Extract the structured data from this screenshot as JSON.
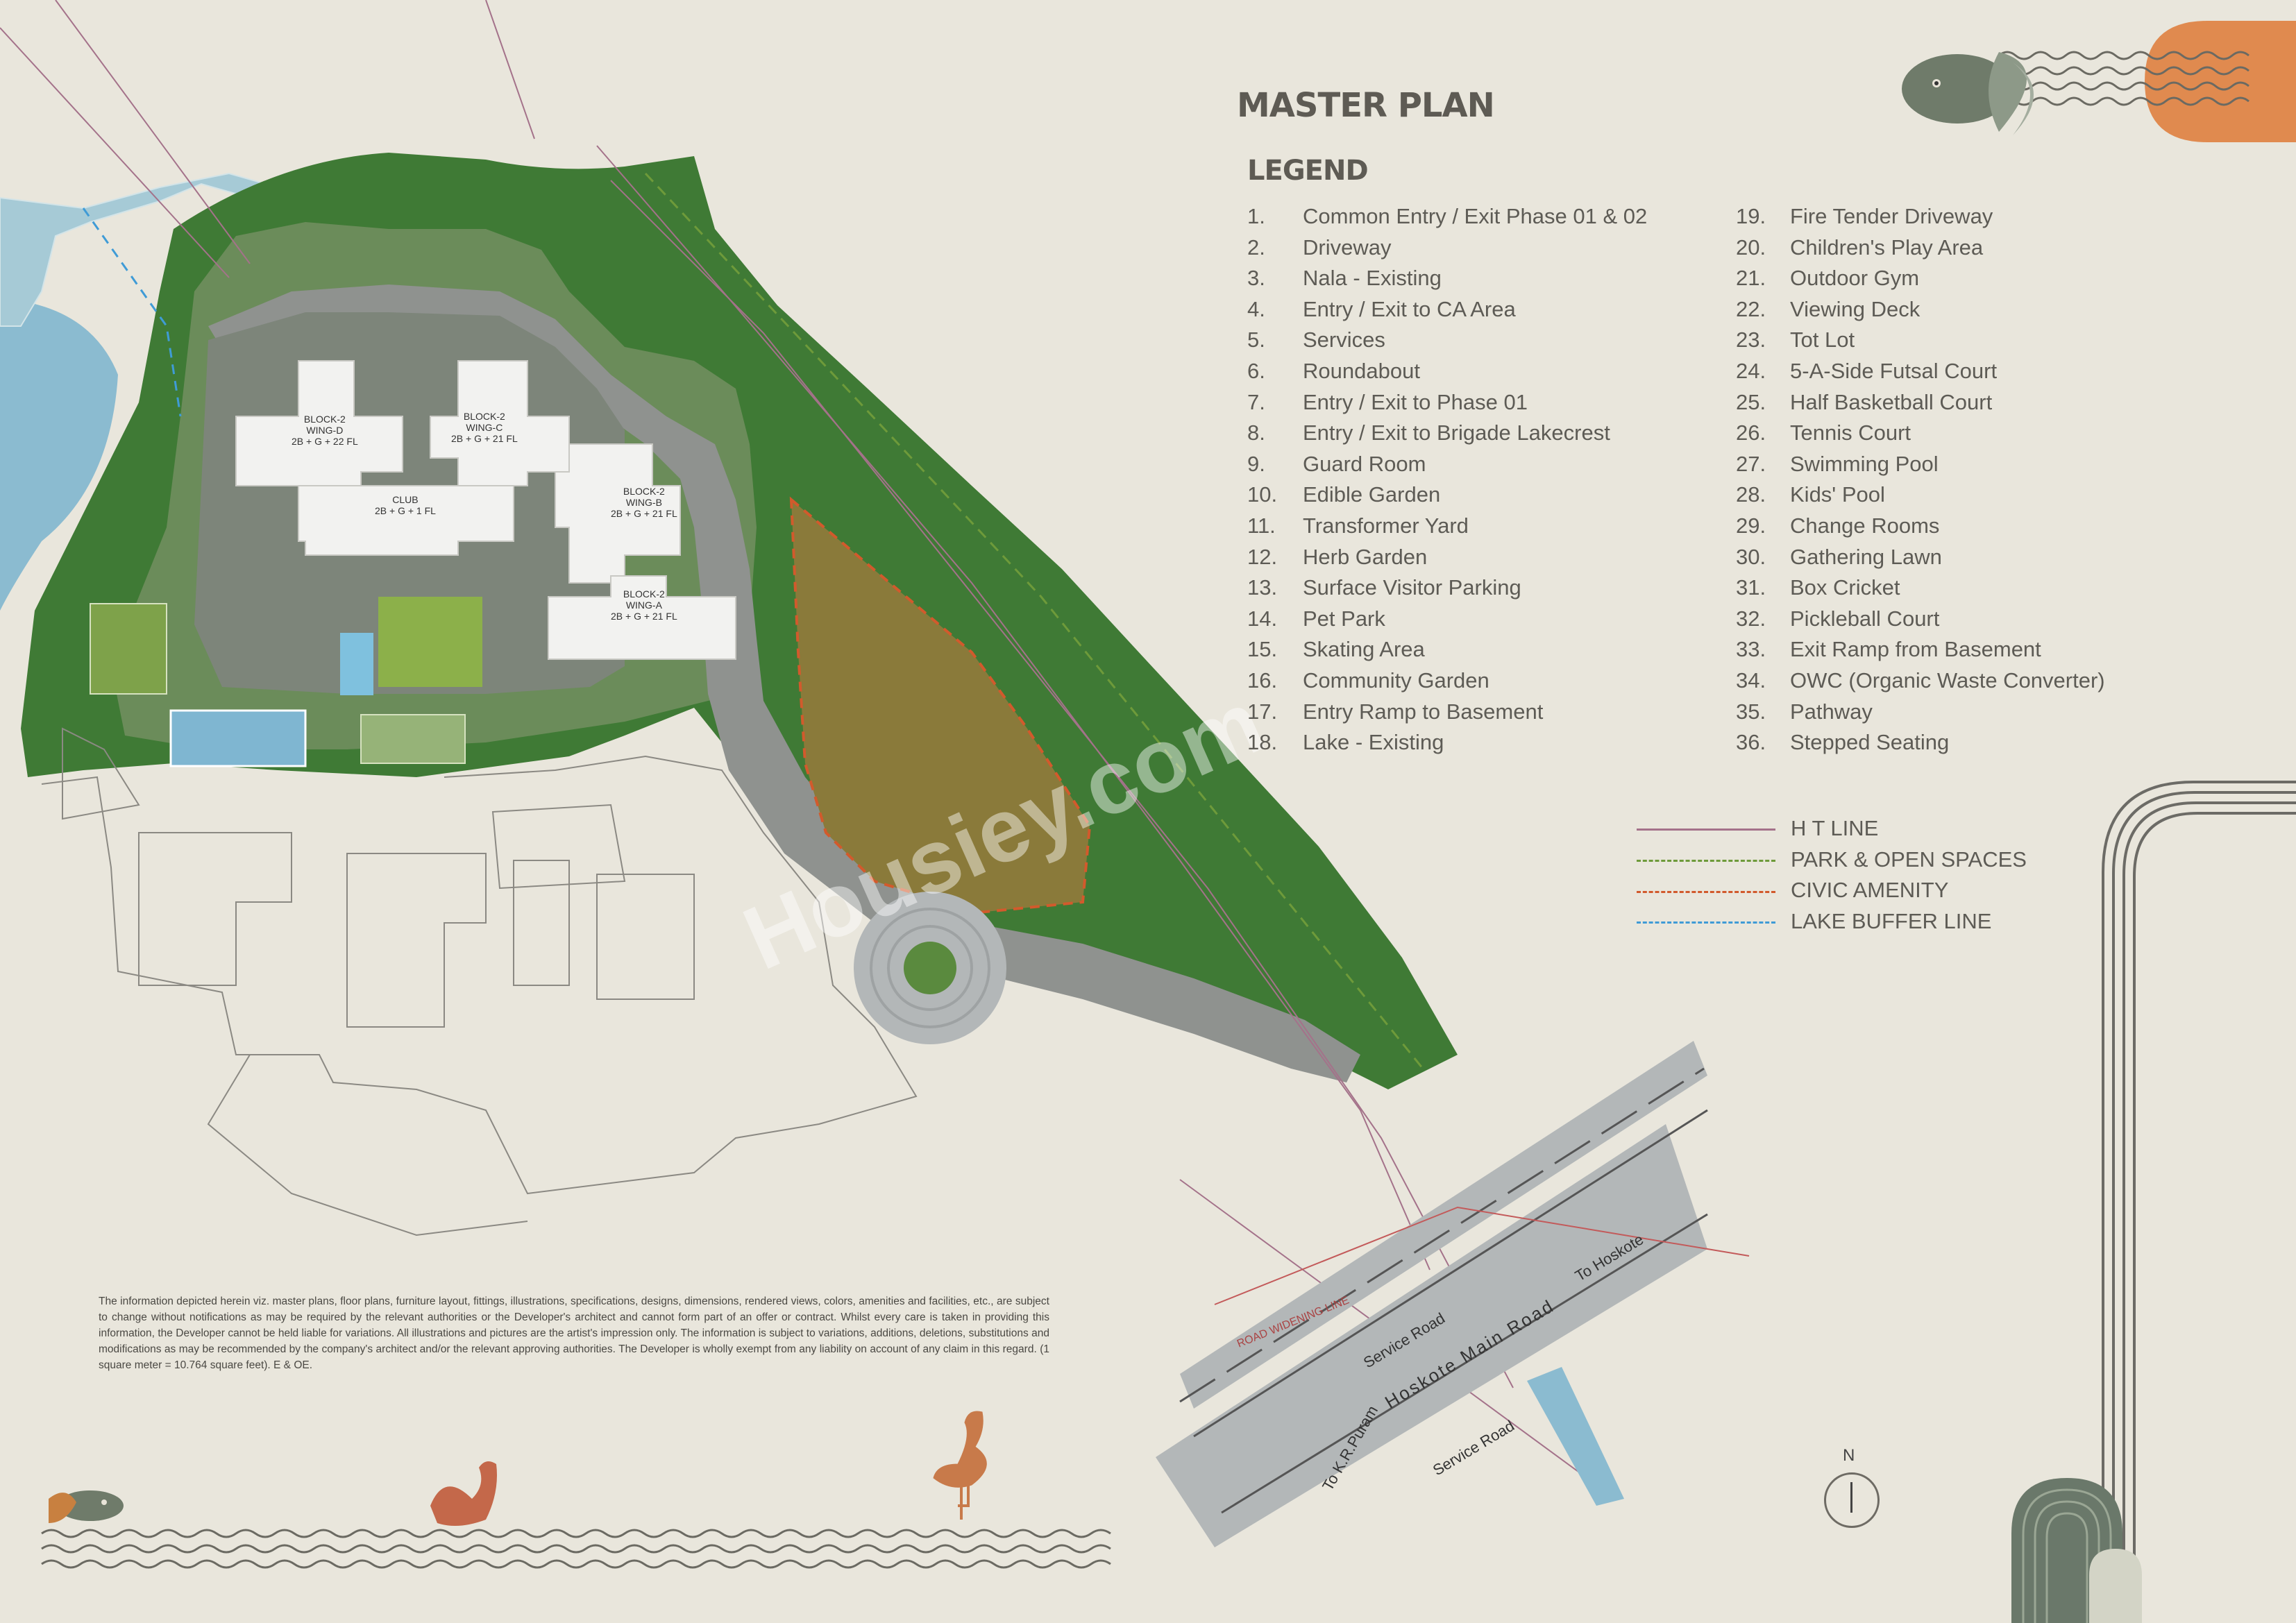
{
  "title": "MASTER PLAN",
  "legend_heading": "LEGEND",
  "legend_items": [
    {
      "num": "1.",
      "label": "Common Entry / Exit Phase 01 & 02"
    },
    {
      "num": "2.",
      "label": "Driveway"
    },
    {
      "num": "3.",
      "label": "Nala - Existing"
    },
    {
      "num": "4.",
      "label": "Entry / Exit to CA Area"
    },
    {
      "num": "5.",
      "label": "Services"
    },
    {
      "num": "6.",
      "label": "Roundabout"
    },
    {
      "num": "7.",
      "label": "Entry / Exit to Phase 01"
    },
    {
      "num": "8.",
      "label": "Entry / Exit to Brigade Lakecrest"
    },
    {
      "num": "9.",
      "label": "Guard Room"
    },
    {
      "num": "10.",
      "label": "Edible Garden"
    },
    {
      "num": "11.",
      "label": "Transformer Yard"
    },
    {
      "num": "12.",
      "label": "Herb Garden"
    },
    {
      "num": "13.",
      "label": "Surface Visitor Parking"
    },
    {
      "num": "14.",
      "label": "Pet Park"
    },
    {
      "num": "15.",
      "label": "Skating Area"
    },
    {
      "num": "16.",
      "label": "Community Garden"
    },
    {
      "num": "17.",
      "label": "Entry Ramp to Basement"
    },
    {
      "num": "18.",
      "label": "Lake - Existing"
    },
    {
      "num": "19.",
      "label": "Fire Tender Driveway"
    },
    {
      "num": "20.",
      "label": "Children's Play Area"
    },
    {
      "num": "21.",
      "label": "Outdoor Gym"
    },
    {
      "num": "22.",
      "label": "Viewing Deck"
    },
    {
      "num": "23.",
      "label": "Tot Lot"
    },
    {
      "num": "24.",
      "label": "5-A-Side Futsal Court"
    },
    {
      "num": "25.",
      "label": "Half Basketball Court"
    },
    {
      "num": "26.",
      "label": "Tennis Court"
    },
    {
      "num": "27.",
      "label": "Swimming Pool"
    },
    {
      "num": "28.",
      "label": "Kids' Pool"
    },
    {
      "num": "29.",
      "label": "Change Rooms"
    },
    {
      "num": "30.",
      "label": "Gathering Lawn"
    },
    {
      "num": "31.",
      "label": "Box Cricket"
    },
    {
      "num": "32.",
      "label": "Pickleball Court"
    },
    {
      "num": "33.",
      "label": "Exit Ramp from Basement"
    },
    {
      "num": "34.",
      "label": "OWC (Organic Waste Converter)"
    },
    {
      "num": "35.",
      "label": "Pathway"
    },
    {
      "num": "36.",
      "label": "Stepped Seating"
    }
  ],
  "line_legend": [
    {
      "label": "H T LINE",
      "color": "#a4728a",
      "style": "solid"
    },
    {
      "label": "PARK & OPEN SPACES",
      "color": "#6e9a3a",
      "style": "dashed"
    },
    {
      "label": "CIVIC AMENITY",
      "color": "#d25a2c",
      "style": "dashed"
    },
    {
      "label": "LAKE BUFFER LINE",
      "color": "#3f9bd6",
      "style": "dashed"
    }
  ],
  "blocks": [
    {
      "name": "BLOCK-2",
      "wing": "WING-D",
      "floors": "2B + G + 22 FL"
    },
    {
      "name": "BLOCK-2",
      "wing": "WING-C",
      "floors": "2B + G + 21 FL"
    },
    {
      "name": "CLUB",
      "wing": "",
      "floors": "2B + G + 1 FL"
    },
    {
      "name": "BLOCK-2",
      "wing": "WING-B",
      "floors": "2B + G + 21 FL"
    },
    {
      "name": "BLOCK-2",
      "wing": "WING-A",
      "floors": "2B + G + 21 FL"
    }
  ],
  "roads": {
    "main": "Hoskote Main Road",
    "service_1": "Service Road",
    "service_2": "Service Road",
    "to_hoskote": "To Hoskote",
    "to_kr_puram": "To K.R.Puram",
    "widening": "ROAD WIDENING LINE"
  },
  "compass_label": "N",
  "watermark": "Housiey.com",
  "disclaimer": "The information depicted herein viz. master plans, floor plans, furniture layout, fittings, illustrations, specifications, designs, dimensions, rendered views, colors, amenities and facilities, etc., are subject to change without notifications as may be required by the relevant authorities or the Developer's architect and cannot form part of an offer or contract. Whilst every care is taken in providing this information, the Developer cannot be held liable for variations. All illustrations and pictures are the artist's impression only. The information is subject to variations, additions, deletions, substitutions and modifications as may be recommended by the company's architect and/or the relevant approving authorities. The Developer is wholly exempt from any liability on account of any claim in this regard. (1 square meter = 10.764 square feet). E & OE.",
  "colors": {
    "background": "#e9e6dc",
    "greenery": "#3f7a35",
    "lake": "#8bbbd0",
    "road": "#b3b7b8",
    "buildings": "#f2f2f0",
    "civic": "#8a7a3a",
    "accent": "#e08a4f"
  }
}
